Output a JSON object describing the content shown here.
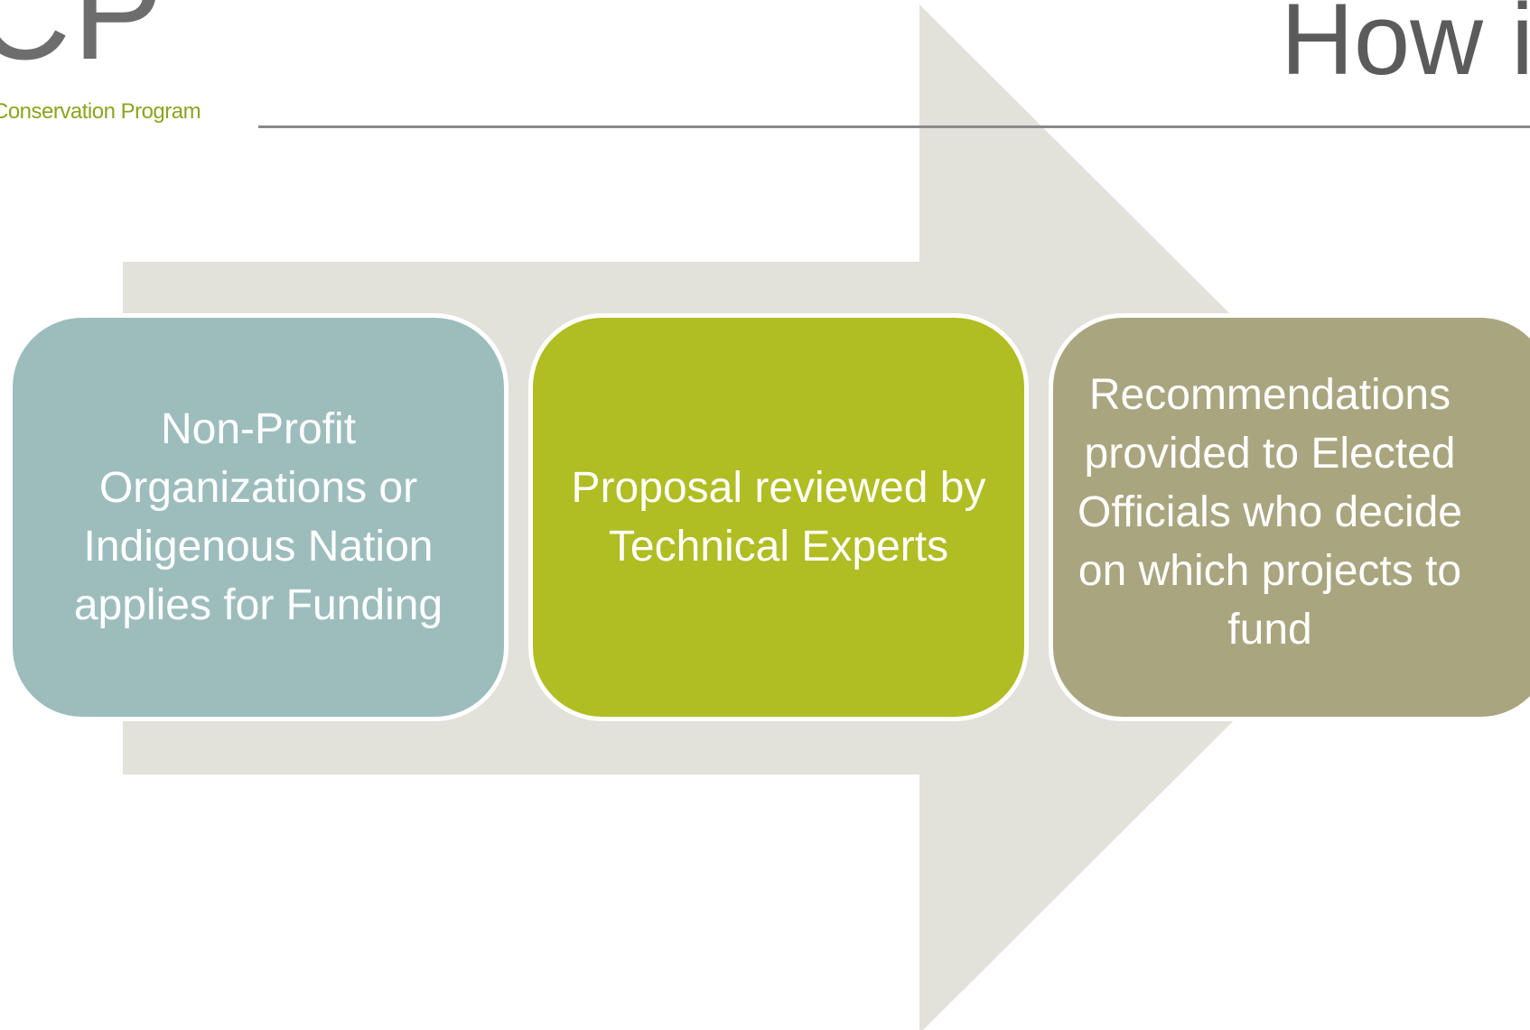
{
  "header": {
    "logo_letters": "CP",
    "logo_tagline": "Conservation Program",
    "title": "How i"
  },
  "diagram": {
    "steps": [
      {
        "label": "Non-Profit Organizations or Indigenous Nation applies for Funding"
      },
      {
        "label": "Proposal reviewed by Technical Experts"
      },
      {
        "label": "Recommendations provided to Elected Officials who decide on which projects to fund"
      }
    ]
  },
  "colors": {
    "arrow": "#e2e1da",
    "step_1": "#9dbdbd",
    "step_2": "#b0bd23",
    "step_3": "#a9a57f",
    "title_text": "#5b5b5b",
    "tagline_text": "#8aa51f",
    "logo_text": "#6d6d6d"
  }
}
